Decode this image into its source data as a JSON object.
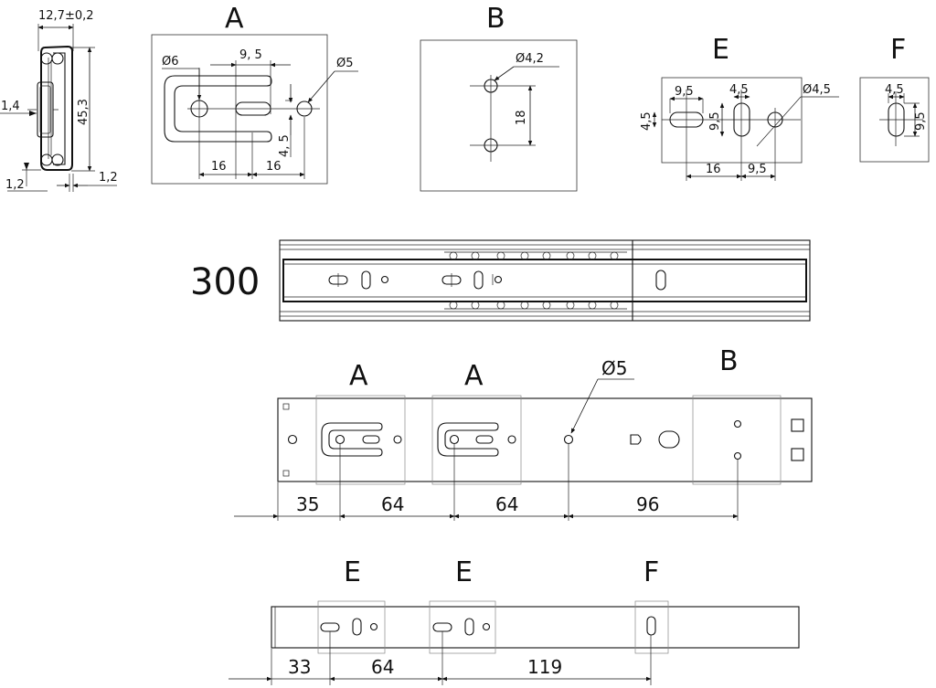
{
  "profile": {
    "width_label": "12,7±0,2",
    "height_label": "45,3",
    "left_label": "1,4",
    "bottom_left_label": "1,2",
    "bottom_right_label": "1,2"
  },
  "detail_a": {
    "letter": "A",
    "hole_large": "Ø6",
    "hole_small": "Ø5",
    "slot_spacing": "9, 5",
    "offset_v": "4, 5",
    "dim_left": "16",
    "dim_right": "16"
  },
  "detail_b": {
    "letter": "B",
    "hole": "Ø4,2",
    "spacing": "18"
  },
  "detail_e": {
    "letter": "E",
    "slot_w": "9,5",
    "slot_h": "4,5",
    "slot2_w": "4,5",
    "slot2_h": "9,5",
    "hole": "Ø4,5",
    "dim_16": "16",
    "dim_95": "9,5"
  },
  "detail_f": {
    "letter": "F",
    "w": "4,5",
    "h": "9,5"
  },
  "length_label": "300",
  "cabinet_rail": {
    "label_a1": "A",
    "label_a2": "A",
    "label_b": "B",
    "hole_label": "Ø5",
    "dims": [
      "35",
      "64",
      "64",
      "96"
    ]
  },
  "drawer_member": {
    "label_e1": "E",
    "label_e2": "E",
    "label_f": "F",
    "dims": [
      "33",
      "64",
      "119"
    ]
  }
}
